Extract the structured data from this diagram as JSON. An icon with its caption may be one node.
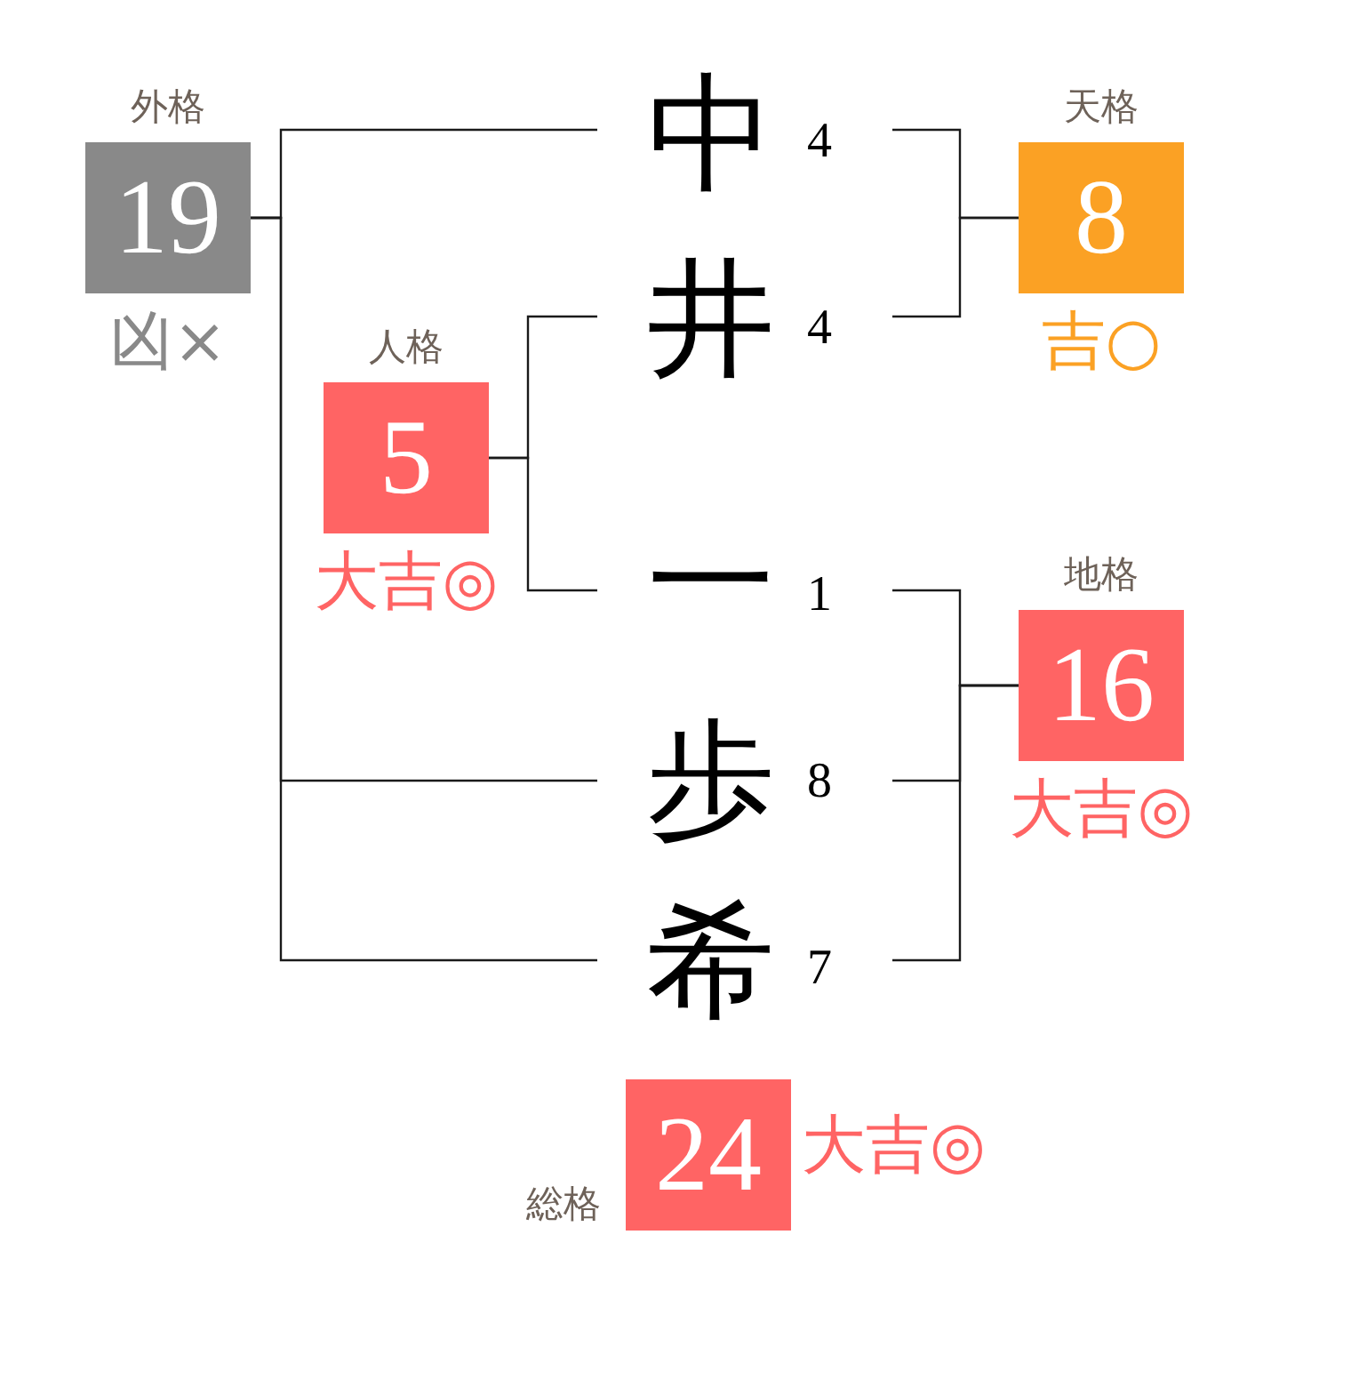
{
  "diagram": {
    "nodes": [
      {
        "text": [
          "外格",
          "19"
        ],
        "beside": [
          "凶×"
        ]
      },
      {
        "text": [
          "中"
        ],
        "beside": [
          "4"
        ]
      },
      {
        "text": [
          "天格",
          "8"
        ],
        "beside": [
          "吉○"
        ]
      },
      {
        "text": [
          "井"
        ],
        "beside": [
          "4"
        ]
      },
      {
        "text": [
          "人格",
          "5"
        ],
        "beside": [
          "大吉◎"
        ]
      },
      {
        "text": [
          "一"
        ],
        "beside": [
          "1"
        ]
      },
      {
        "text": [
          "地格",
          "16"
        ],
        "beside": [
          "大吉◎"
        ]
      },
      {
        "text": [
          "歩"
        ],
        "beside": [
          "8"
        ]
      },
      {
        "text": [
          "希"
        ],
        "beside": [
          "7"
        ]
      },
      {
        "text": [
          "総格",
          "24"
        ],
        "beside": [
          "大吉◎"
        ]
      }
    ],
    "edges": [
      {
        "from": 0,
        "to": 1,
        "arrow": "none"
      },
      {
        "from": 0,
        "to": 7,
        "arrow": "none"
      },
      {
        "from": 0,
        "to": 8,
        "arrow": "none"
      },
      {
        "from": 2,
        "to": 1,
        "arrow": "none"
      },
      {
        "from": 2,
        "to": 3,
        "arrow": "none"
      },
      {
        "from": 4,
        "to": 3,
        "arrow": "none"
      },
      {
        "from": 4,
        "to": 5,
        "arrow": "none"
      },
      {
        "from": 6,
        "to": 5,
        "arrow": "none"
      },
      {
        "from": 6,
        "to": 7,
        "arrow": "none"
      },
      {
        "from": 6,
        "to": 8,
        "arrow": "none"
      }
    ]
  }
}
